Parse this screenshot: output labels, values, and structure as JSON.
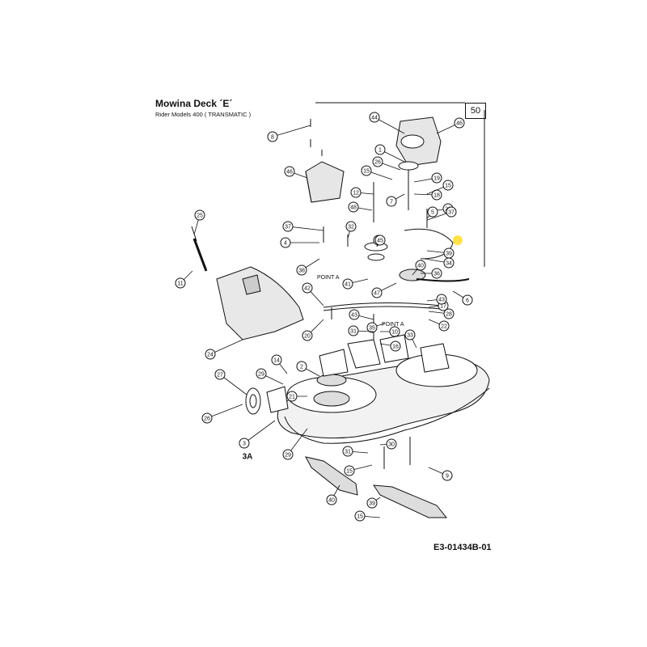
{
  "header": {
    "title": "Mowina Deck ´E´",
    "subtitle": "Rider Models 400 ( TRANSMATIC )",
    "page_number": "50"
  },
  "footer": {
    "doc_number": "E3-01434B-01"
  },
  "annotations": {
    "point_a_1": "POINT A",
    "point_a_2": "POINT A"
  },
  "callouts": [
    {
      "num": "8"
    },
    {
      "num": "44"
    },
    {
      "num": "46"
    },
    {
      "num": "1"
    },
    {
      "num": "26"
    },
    {
      "num": "46"
    },
    {
      "num": "15"
    },
    {
      "num": "19"
    },
    {
      "num": "18"
    },
    {
      "num": "12"
    },
    {
      "num": "7"
    },
    {
      "num": "15"
    },
    {
      "num": "23"
    },
    {
      "num": "25"
    },
    {
      "num": "48"
    },
    {
      "num": "5"
    },
    {
      "num": "37"
    },
    {
      "num": "37"
    },
    {
      "num": "32"
    },
    {
      "num": "30"
    },
    {
      "num": "4"
    },
    {
      "num": "45"
    },
    {
      "num": "38"
    },
    {
      "num": "34"
    },
    {
      "num": "36"
    },
    {
      "num": "39"
    },
    {
      "num": "41"
    },
    {
      "num": "40"
    },
    {
      "num": "47"
    },
    {
      "num": "6"
    },
    {
      "num": "42"
    },
    {
      "num": "43"
    },
    {
      "num": "17"
    },
    {
      "num": "28"
    },
    {
      "num": "11"
    },
    {
      "num": "35"
    },
    {
      "num": "43"
    },
    {
      "num": "22"
    },
    {
      "num": "20"
    },
    {
      "num": "31"
    },
    {
      "num": "10"
    },
    {
      "num": "33"
    },
    {
      "num": "16"
    },
    {
      "num": "24"
    },
    {
      "num": "14"
    },
    {
      "num": "2"
    },
    {
      "num": "27"
    },
    {
      "num": "29"
    },
    {
      "num": "21"
    },
    {
      "num": "26"
    },
    {
      "num": "3"
    },
    {
      "num": "29"
    },
    {
      "num": "3A"
    },
    {
      "num": "31"
    },
    {
      "num": "30"
    },
    {
      "num": "15"
    },
    {
      "num": "9"
    },
    {
      "num": "40"
    },
    {
      "num": "39"
    },
    {
      "num": "15"
    }
  ],
  "colors": {
    "ink": "#111111",
    "highlight": "#ffe24a"
  }
}
